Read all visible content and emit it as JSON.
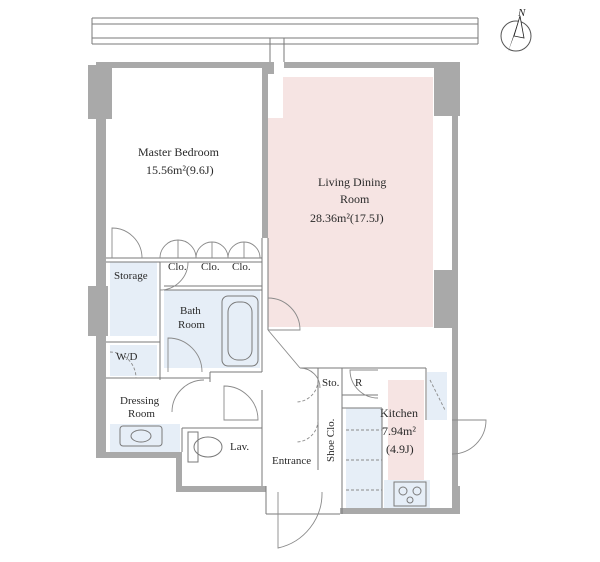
{
  "compass": {
    "north_label": "N"
  },
  "rooms": {
    "master_bedroom": {
      "name": "Master Bedroom",
      "area": "15.56m²(9.6J)"
    },
    "living_dining": {
      "name_line1": "Living Dining",
      "name_line2": "Room",
      "area": "28.36m²(17.5J)"
    },
    "kitchen": {
      "name": "Kitchen",
      "area": "7.94m²",
      "tatami": "(4.9J)"
    },
    "storage": {
      "name": "Storage"
    },
    "bath": {
      "name_line1": "Bath",
      "name_line2": "Room"
    },
    "wd": {
      "name": "W/D"
    },
    "dressing": {
      "name_line1": "Dressing",
      "name_line2": "Room"
    },
    "lavatory": {
      "name": "Lav."
    },
    "entrance": {
      "name": "Entrance"
    },
    "closets": [
      "Clo.",
      "Clo.",
      "Clo."
    ],
    "storage_small": {
      "name": "Sto."
    },
    "refrigerator": {
      "name": "R"
    },
    "shoe_closet": {
      "name": "Shoe Clo."
    }
  },
  "colors": {
    "living_fill": "#f6e4e3",
    "wet_area_fill": "#e6eef7",
    "wall": "#a9a9a9"
  }
}
